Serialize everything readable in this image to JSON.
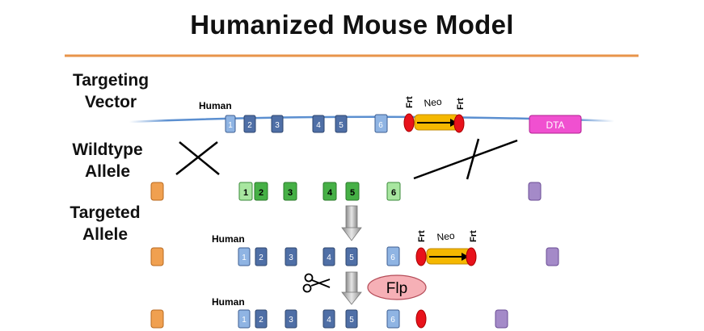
{
  "title": "Humanized Mouse Model",
  "rows": {
    "targeting_vector": {
      "label_line1": "Targeting",
      "label_line2": "Vector",
      "human_label": "Human",
      "exons": [
        "1",
        "2",
        "3",
        "4",
        "5",
        "6"
      ],
      "frt_label": "Frt",
      "neo_label": "Neo",
      "dta_label": "DTA"
    },
    "wildtype_allele": {
      "label_line1": "Wildtype",
      "label_line2": "Allele",
      "exons": [
        "1",
        "2",
        "3",
        "4",
        "5",
        "6"
      ]
    },
    "targeted_allele": {
      "label_line1": "Targeted",
      "label_line2": "Allele",
      "human_label": "Human",
      "exons": [
        "1",
        "2",
        "3",
        "4",
        "5",
        "6"
      ],
      "frt_label": "Frt",
      "neo_label": "Neo"
    },
    "flp_allele": {
      "human_label": "Human",
      "exons": [
        "1",
        "2",
        "3",
        "4",
        "5",
        "6"
      ],
      "flp_label": "Flp"
    }
  },
  "colors": {
    "separator": "#e8944a",
    "human_exon": "#4f6fa6",
    "human_exon_first": "#8fb4e3",
    "mouse_exon": "#46b046",
    "mouse_exon_light": "#a8e6a0",
    "frt": "#e8121b",
    "neo": "#f5b800",
    "dta": "#f050d0",
    "homology_orange": "#f0a050",
    "homology_purple": "#a48ac8",
    "vector_line": "#5b8fd0",
    "chromosome_line": "#3d5a1e"
  }
}
